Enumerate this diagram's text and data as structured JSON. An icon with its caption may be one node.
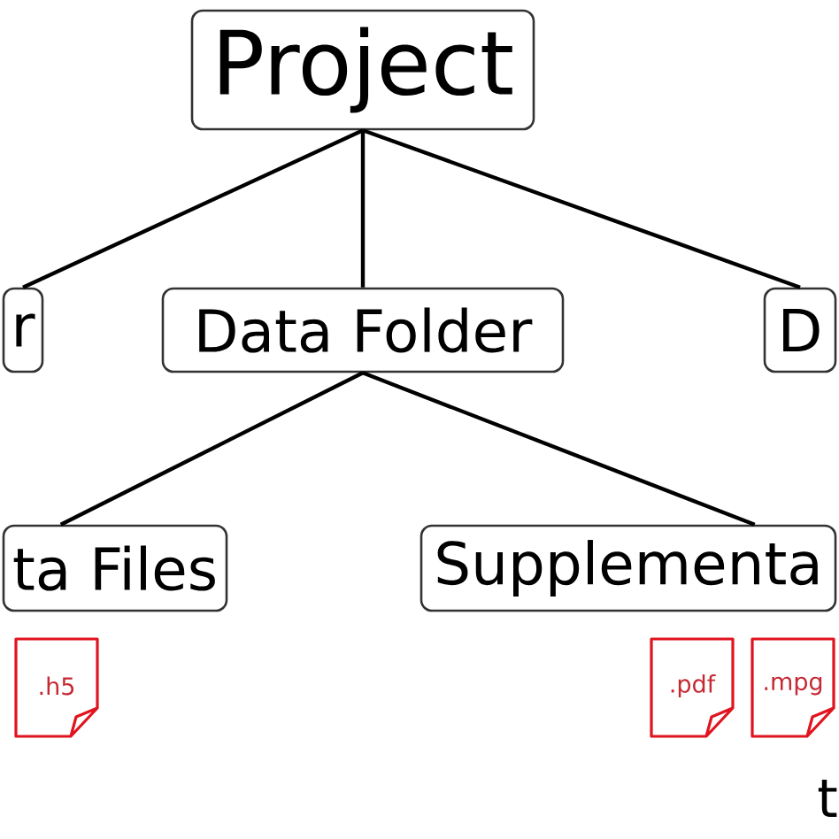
{
  "diagram": {
    "nodes": [
      {
        "text": [
          "Project"
        ]
      },
      {
        "text": [
          "r"
        ]
      },
      {
        "text": [
          "Data Folder"
        ]
      },
      {
        "text": [
          "D"
        ]
      },
      {
        "text": [
          "ta Files"
        ]
      },
      {
        "text": [
          "Supplementa"
        ]
      },
      {
        "text": [
          ".h5"
        ]
      },
      {
        "text": [
          ".pdf"
        ]
      },
      {
        "text": [
          ".mpg"
        ]
      }
    ],
    "edges": [
      {
        "from": 0,
        "to": 1,
        "arrow": "none"
      },
      {
        "from": 0,
        "to": 2,
        "arrow": "none"
      },
      {
        "from": 0,
        "to": 3,
        "arrow": "none"
      },
      {
        "from": 2,
        "to": 4,
        "arrow": "none"
      },
      {
        "from": 2,
        "to": 5,
        "arrow": "none"
      }
    ],
    "labels": [
      "t"
    ]
  }
}
